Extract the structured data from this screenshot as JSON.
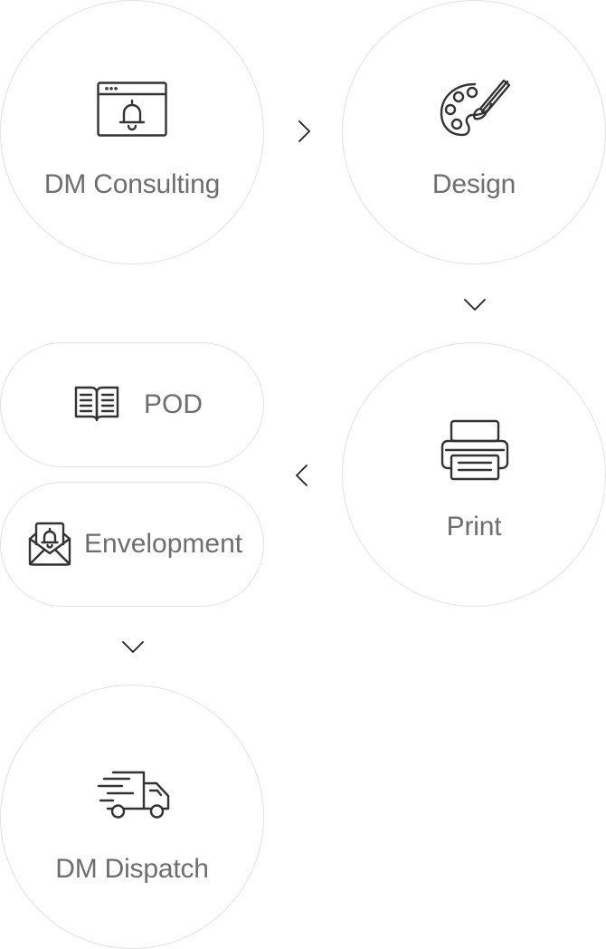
{
  "steps": {
    "dm_consulting": {
      "label": "DM Consulting",
      "icon": "browser-bell-icon"
    },
    "design": {
      "label": "Design",
      "icon": "paint-palette-icon"
    },
    "print": {
      "label": "Print",
      "icon": "printer-icon"
    },
    "pod": {
      "label": "POD",
      "icon": "open-book-icon"
    },
    "envelopment": {
      "label": "Envelopment",
      "icon": "envelope-bell-icon"
    },
    "dm_dispatch": {
      "label": "DM Dispatch",
      "icon": "delivery-truck-icon"
    }
  },
  "connectors": [
    {
      "from": "DM Consulting",
      "to": "Design",
      "direction": "right"
    },
    {
      "from": "Design",
      "to": "Print",
      "direction": "down"
    },
    {
      "from": "Print",
      "to": "POD / Envelopment",
      "direction": "left"
    },
    {
      "from": "Envelopment",
      "to": "DM Dispatch",
      "direction": "down"
    }
  ],
  "colors": {
    "border": "#e2e2e2",
    "text": "#6e6e6e",
    "icon": "#333333"
  }
}
